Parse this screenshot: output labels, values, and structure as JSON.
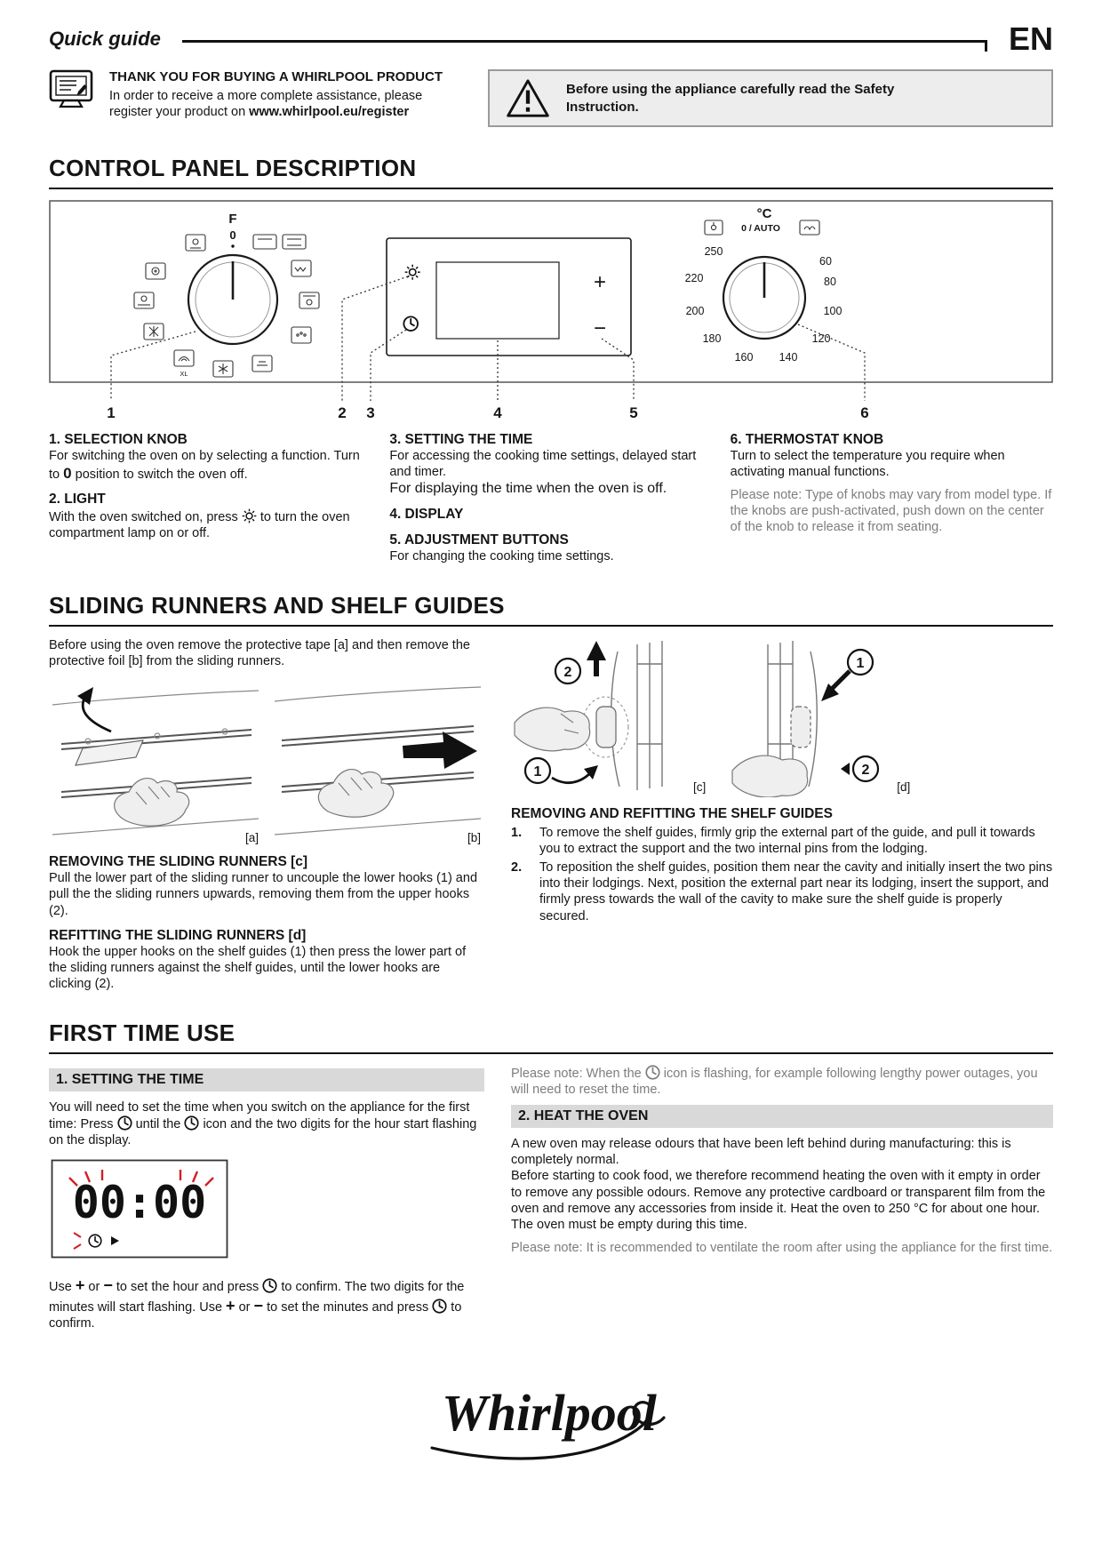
{
  "page": {
    "title": "Quick guide",
    "lang": "EN"
  },
  "intro": {
    "thanks_title": "THANK YOU FOR BUYING A WHIRLPOOL PRODUCT",
    "thanks_line1": "In order to receive a more complete assistance, please",
    "thanks_line2": "register your product on ",
    "register_url": "www.whirlpool.eu/register",
    "warning_line1": "Before using the appliance carefully read the Safety",
    "warning_line2": "Instruction."
  },
  "control_panel": {
    "title": "CONTROL PANEL DESCRIPTION",
    "selection_f": "F",
    "selection_zero": "0",
    "xl_label": "XL",
    "celsius": "°C",
    "zero_auto": "0 / AUTO",
    "plus": "+",
    "minus": "−",
    "temps": [
      "250",
      "220",
      "200",
      "180",
      "160",
      "140",
      "120",
      "100",
      "80",
      "60"
    ],
    "callouts": [
      "1",
      "2",
      "3",
      "4",
      "5",
      "6"
    ],
    "items": {
      "selection_title": "1. SELECTION KNOB",
      "selection_text_a": "For switching the oven on by selecting a function. Turn to",
      "selection_text_zero": "0",
      "selection_text_b": "position to switch the oven off.",
      "light_title": "2. LIGHT",
      "light_text_a": "With the oven switched on, press",
      "light_text_b": "to turn the oven compartment lamp on or off.",
      "time_title": "3. SETTING THE TIME",
      "time_text_a": "For accessing the cooking time settings, delayed start and timer.",
      "time_text_b": "For displaying the time when the oven is off.",
      "display_title": "4. DISPLAY",
      "buttons_title": "5. ADJUSTMENT BUTTONS",
      "buttons_text": "For changing the cooking time settings.",
      "thermostat_title": "6. THERMOSTAT KNOB",
      "thermostat_text": "Turn to select the temperature you require when activating manual functions.",
      "thermostat_note": "Please note: Type of knobs may vary from model type. If the knobs are push-activated, push down on the center of the knob to release it from seating."
    }
  },
  "sliding": {
    "title": "SLIDING RUNNERS AND SHELF GUIDES",
    "intro": "Before using the oven remove the protective tape [a] and then remove the protective foil [b] from the sliding runners.",
    "fig_a": "[a]",
    "fig_b": "[b]",
    "fig_c": "[c]",
    "fig_d": "[d]",
    "n1": "1",
    "n2": "2",
    "removing_title": "REMOVING THE SLIDING RUNNERS [c]",
    "removing_text": "Pull the lower part of the sliding runner to uncouple the lower hooks (1) and pull the the sliding runners upwards, removing them from the upper hooks (2).",
    "refitting_title": "REFITTING THE SLIDING RUNNERS [d]",
    "refitting_text": "Hook the upper hooks on the shelf guides (1) then press the lower part of the sliding runners against the shelf guides, until the lower hooks are clicking (2).",
    "shelf_title": "REMOVING AND REFITTING THE SHELF GUIDES",
    "shelf_steps": [
      {
        "num": "1.",
        "text": "To remove the shelf guides, firmly grip the external part of the guide, and pull it towards you to extract the support and the two internal pins from the lodging."
      },
      {
        "num": "2.",
        "text": "To reposition the shelf guides, position them near the cavity and initially insert the two pins into their lodgings. Next, position the external part near its lodging, insert the support, and firmly press towards the wall of the cavity to make sure the shelf guide is properly secured."
      }
    ]
  },
  "first_use": {
    "title": "FIRST TIME USE",
    "setting_bar": "1. SETTING THE TIME",
    "p1_a": "You will need to set the time when you switch on the appliance for the first time: Press",
    "p1_b": "until the",
    "p1_c": "icon and the two digits for the hour start flashing on the display.",
    "display_time": "00:00",
    "p2_use": "Use",
    "p2_plus": "+",
    "p2_or": "or",
    "p2_minus": "−",
    "p2_hour": "to set the hour and press",
    "p2_confirm": "to confirm. The two digits for the minutes will start flashing. Use",
    "p2_min": "to set the minutes and press",
    "p2_end": "to confirm.",
    "note1_a": "Please note: When the",
    "note1_b": "icon is flashing, for example following lengthy power outages, you will need to reset the time.",
    "heat_bar": "2. HEAT THE OVEN",
    "heat_p1": "A new oven may release odours that have been left behind during manufacturing: this is completely normal.",
    "heat_p2": "Before starting to cook food, we therefore recommend heating the oven with it empty in order to remove any possible odours. Remove any protective cardboard or transparent film from the oven and remove any accessories from inside it. Heat the oven to 250 °C for about one hour. The oven must be empty during this time.",
    "note2": "Please note: It is recommended to ventilate  the room after using the appliance for the first time."
  },
  "footer": {
    "logo": "Whirlpool"
  }
}
